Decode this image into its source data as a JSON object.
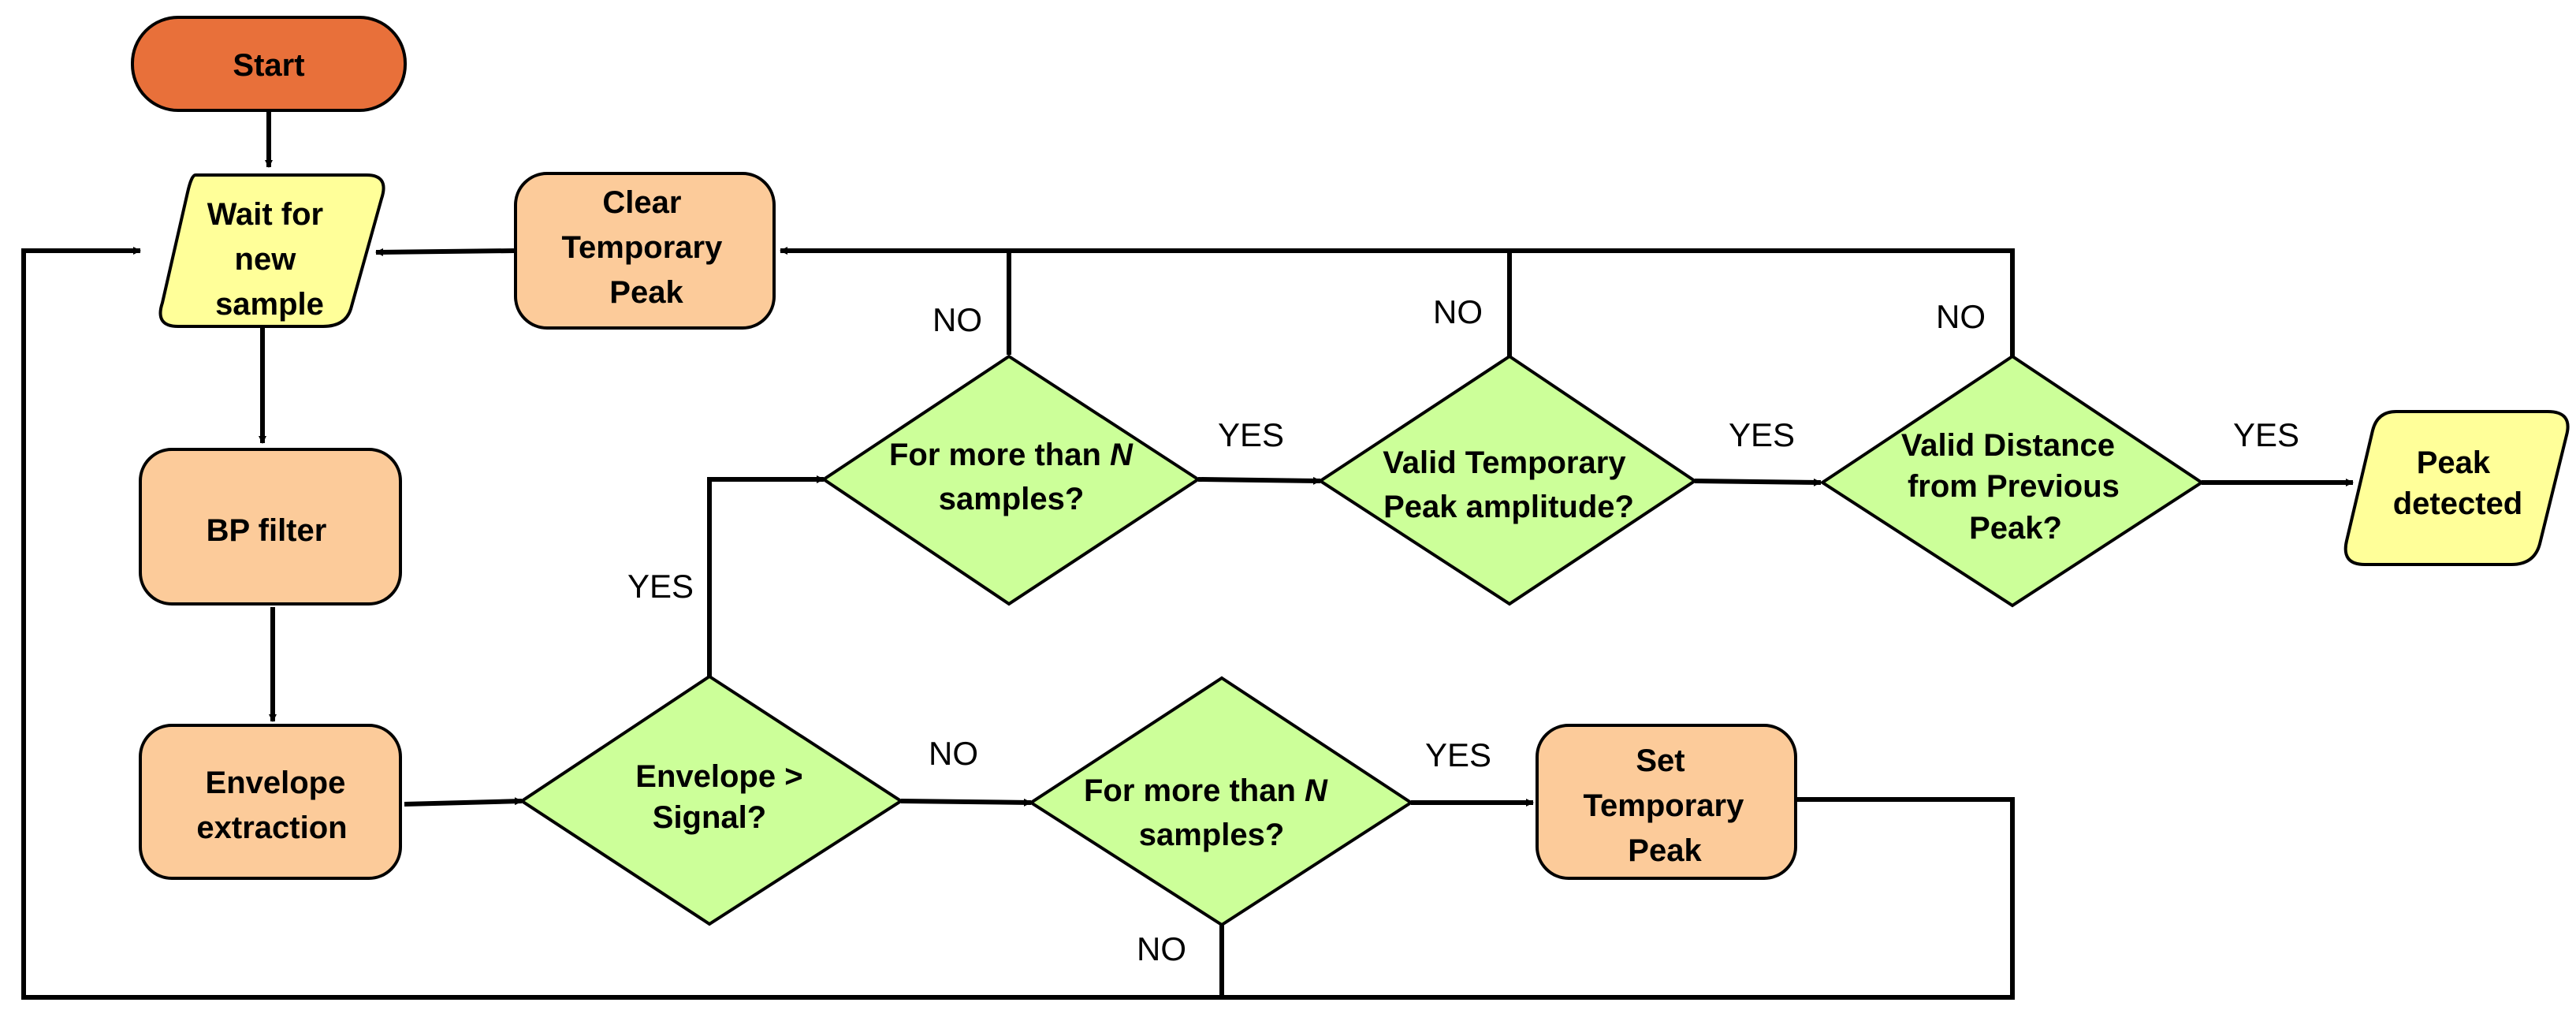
{
  "colors": {
    "start": "#e8703a",
    "process": "#fccb9a",
    "io": "#ffff99",
    "decision": "#ccff99",
    "stroke": "#000000",
    "line": "#000000"
  },
  "nodes": {
    "start": {
      "lines": [
        "Start"
      ]
    },
    "wait": {
      "lines": [
        "Wait for",
        "new",
        "sample"
      ]
    },
    "clear": {
      "lines": [
        "Clear",
        "Temporary",
        "Peak"
      ]
    },
    "bp": {
      "lines": [
        "BP filter"
      ]
    },
    "env": {
      "lines": [
        "Envelope",
        "extraction"
      ]
    },
    "envsig": {
      "lines": [
        "Envelope >",
        "Signal?"
      ]
    },
    "nsamp_top": {
      "lines": [
        "For more than N",
        "samples?"
      ]
    },
    "valid_amp": {
      "lines": [
        "Valid Temporary",
        "Peak amplitude?"
      ]
    },
    "valid_dist": {
      "lines": [
        "Valid Distance",
        "from Previous",
        "Peak?"
      ]
    },
    "peak": {
      "lines": [
        "Peak",
        "detected"
      ]
    },
    "nsamp_bot": {
      "lines": [
        "For more than N",
        "samples?"
      ]
    },
    "set": {
      "lines": [
        "Set",
        "Temporary",
        "Peak"
      ]
    }
  },
  "edge_labels": {
    "no_top1": "NO",
    "no_top2": "NO",
    "no_top3": "NO",
    "yes_1": "YES",
    "yes_2": "YES",
    "yes_3": "YES",
    "yes_env": "YES",
    "no_env": "NO",
    "yes_bot": "YES",
    "no_bot": "NO"
  }
}
